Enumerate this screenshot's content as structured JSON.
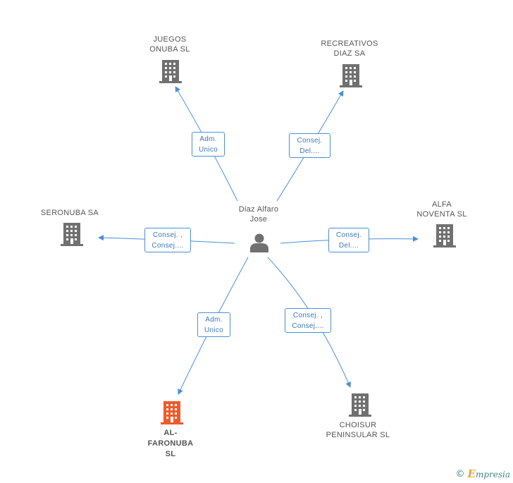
{
  "center": {
    "name_line1": "Diaz Alfaro",
    "name_line2": "Jose",
    "icon": "person-icon"
  },
  "companies": [
    {
      "id": "juegos",
      "line1": "JUEGOS",
      "line2": "ONUBA SL",
      "line3": "",
      "icon": "building-icon",
      "color": "#707070",
      "highlight": false
    },
    {
      "id": "recreativos",
      "line1": "RECREATIVOS",
      "line2": "DIAZ SA",
      "line3": "",
      "icon": "building-icon",
      "color": "#707070",
      "highlight": false
    },
    {
      "id": "seronuba",
      "line1": "SERONUBA SA",
      "line2": "",
      "line3": "",
      "icon": "building-icon",
      "color": "#707070",
      "highlight": false
    },
    {
      "id": "alfa",
      "line1": "ALFA",
      "line2": "NOVENTA SL",
      "line3": "",
      "icon": "building-icon",
      "color": "#707070",
      "highlight": false
    },
    {
      "id": "alfaronuba",
      "line1": "AL-",
      "line2": "FARONUBA",
      "line3": "SL",
      "icon": "building-icon",
      "color": "#f05a2b",
      "highlight": true
    },
    {
      "id": "choisur",
      "line1": "CHOISUR",
      "line2": "PENINSULAR SL",
      "line3": "",
      "icon": "building-icon",
      "color": "#707070",
      "highlight": false
    }
  ],
  "relations": [
    {
      "to": "juegos",
      "line1": "Adm.",
      "line2": "Unico"
    },
    {
      "to": "recreativos",
      "line1": "Consej.",
      "line2": "Del...."
    },
    {
      "to": "seronuba",
      "line1": "Consej. ,",
      "line2": "Consej...."
    },
    {
      "to": "alfa",
      "line1": "Consej.",
      "line2": "Del...."
    },
    {
      "to": "alfaronuba",
      "line1": "Adm.",
      "line2": "Unico"
    },
    {
      "to": "choisur",
      "line1": "Consej. ,",
      "line2": "Consej...."
    }
  ],
  "colors": {
    "edge": "#4a8fd8",
    "node": "#707070",
    "highlight": "#f05a2b"
  },
  "footer": {
    "copyright": "©",
    "brand_initial": "E",
    "brand_rest": "mpresia"
  }
}
